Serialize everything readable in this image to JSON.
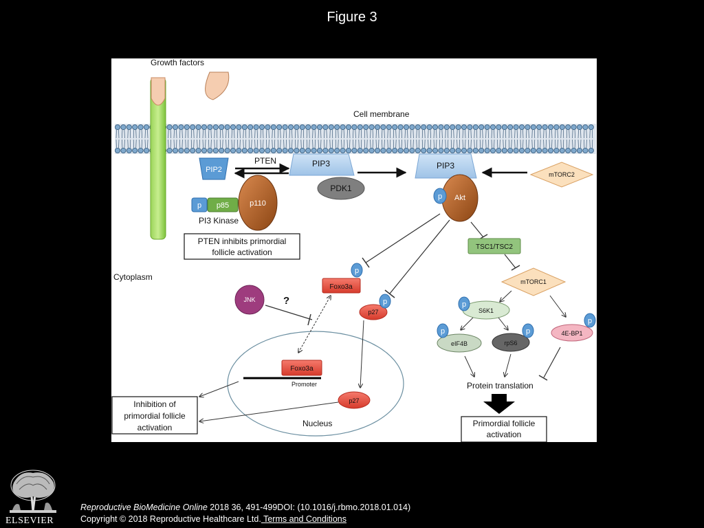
{
  "header": {
    "title": "Figure 3"
  },
  "diagram": {
    "growth_factors": "Growth factors",
    "cell_membrane": "Cell membrane",
    "cytoplasm": "Cytoplasm",
    "nucleus": "Nucleus",
    "pip2": "PIP2",
    "pten": "PTEN",
    "pip3_left": "PIP3",
    "pip3_right": "PIP3",
    "pdk1": "PDK1",
    "mtorc2": "mTORC2",
    "p_label": "p",
    "p85": "p85",
    "p110": "p110",
    "pi3_kinase": "PI3 Kinase",
    "akt": "Akt",
    "pten_box_line1": "PTEN inhibits primordial",
    "pten_box_line2": "follicle activation",
    "tsc": "TSC1/TSC2",
    "mtorc1": "mTORC1",
    "s6k1": "S6K1",
    "eif4b": "eIF4B",
    "rps6": "rpS6",
    "ebp1": "4E-BP1",
    "foxo3a_cyto": "Foxo3a",
    "foxo3a_nuc": "Foxo3a",
    "promoter": "Promoter",
    "p27_cyto": "p27",
    "p27_nuc": "p27",
    "jnk": "JNK",
    "question": "?",
    "protein_translation": "Protein translation",
    "inhibition_line1": "Inhibition of",
    "inhibition_line2": "primordial follicle",
    "inhibition_line3": "activation",
    "activation_line1": "Primordial follicle",
    "activation_line2": "activation"
  },
  "footer": {
    "journal": "Reproductive BioMedicine Online",
    "citation": " 2018 36, 491-499DOI: (10.1016/j.rbmo.2018.01.014)",
    "copyright": "Copyright © 2018 Reproductive Healthcare Ltd.",
    "terms_link": " Terms and Conditions",
    "publisher": "ELSEVIER"
  },
  "colors": {
    "blue": "#5b9bd5",
    "green": "#70ad47",
    "brown": "#a0522d",
    "red": "#e8483a",
    "orange": "#f6c58a",
    "tsc_green": "#92c47d",
    "jnk_purple": "#9e3c7e"
  }
}
